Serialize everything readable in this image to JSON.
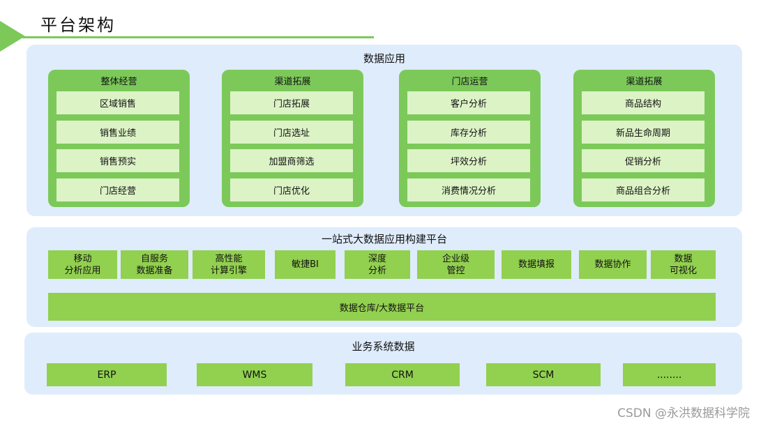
{
  "page_title": "平台架构",
  "data_apps": {
    "title": "数据应用",
    "cards": [
      {
        "title": "整体经营",
        "items": [
          "区域销售",
          "销售业绩",
          "销售预实",
          "门店经营"
        ]
      },
      {
        "title": "渠道拓展",
        "items": [
          "门店拓展",
          "门店选址",
          "加盟商筛选",
          "门店优化"
        ]
      },
      {
        "title": "门店运营",
        "items": [
          "客户分析",
          "库存分析",
          "坪效分析",
          "消费情况分析"
        ]
      },
      {
        "title": "渠道拓展",
        "items": [
          "商品结构",
          "新品生命周期",
          "促销分析",
          "商品组合分析"
        ]
      }
    ]
  },
  "platform": {
    "title": "一站式大数据应用构建平台",
    "modules": [
      "移动\n分析应用",
      "自服务\n数据准备",
      "高性能\n计算引擎",
      "敏捷BI",
      "深度\n分析",
      "企业级\n管控",
      "数据填报",
      "数据协作",
      "数据\n可视化"
    ],
    "base": "数据仓库/大数据平台"
  },
  "business": {
    "title": "业务系统数据",
    "systems": [
      "ERP",
      "WMS",
      "CRM",
      "SCM",
      "........"
    ]
  },
  "watermark": "CSDN @永洪数据科学院",
  "colors": {
    "accent_green": "#7cc95a",
    "module_green": "#92d050",
    "item_green": "#dcf3c6",
    "panel_blue": "#dfecfb"
  }
}
